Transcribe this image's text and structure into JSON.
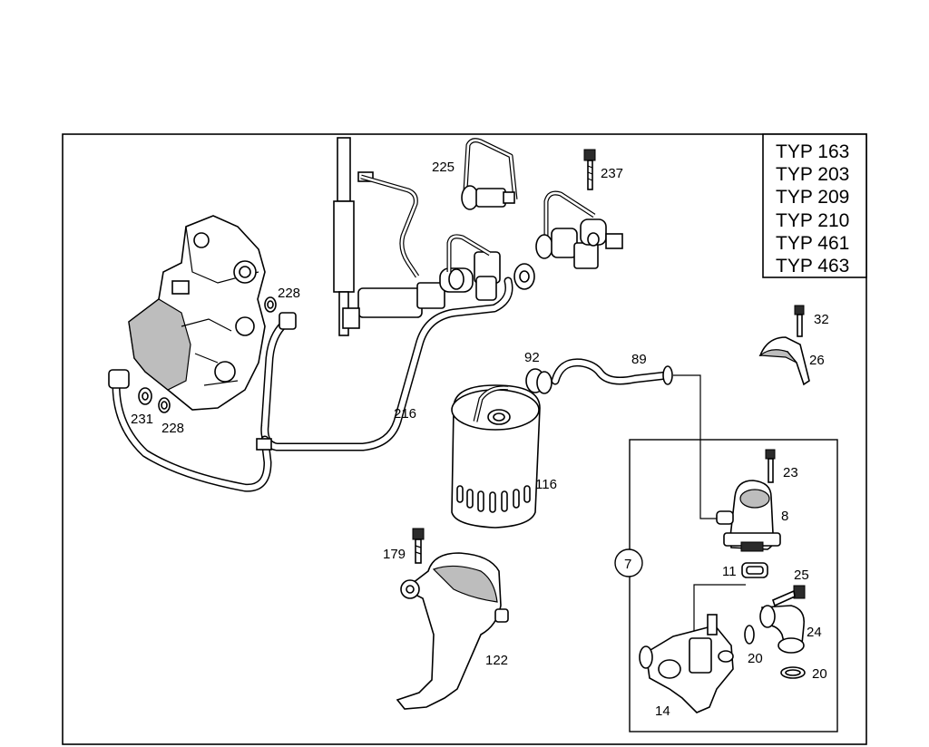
{
  "type_list": [
    "TYP 163",
    "TYP 203",
    "TYP 209",
    "TYP 210",
    "TYP 461",
    "TYP 463"
  ],
  "detail_callout": "7",
  "labels": {
    "p225": "225",
    "p237": "237",
    "p228a": "228",
    "p228b": "228",
    "p231": "231",
    "p216": "216",
    "p92": "92",
    "p89": "89",
    "p116": "116",
    "p32": "32",
    "p26": "26",
    "p23": "23",
    "p8": "8",
    "p11": "11",
    "p25": "25",
    "p24": "24",
    "p20a": "20",
    "p20b": "20",
    "p14": "14",
    "p179": "179",
    "p122": "122"
  }
}
